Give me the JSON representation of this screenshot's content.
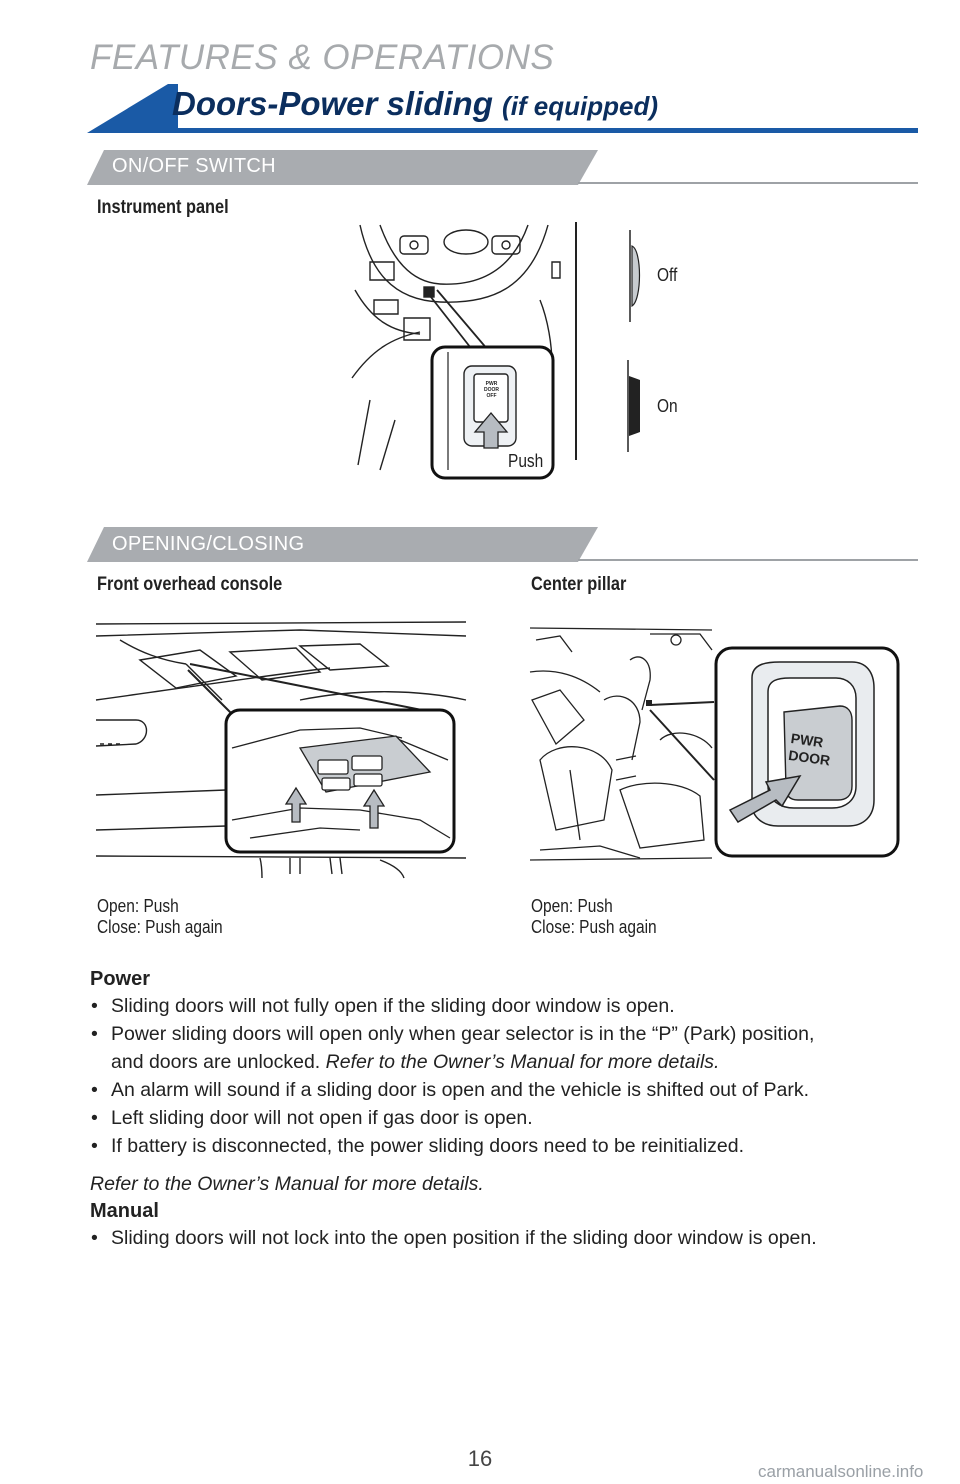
{
  "section_header": "FEATURES & OPERATIONS",
  "title": {
    "main": "Doors-Power sliding",
    "qualifier": "(if equipped)"
  },
  "colors": {
    "brand_blue": "#1a5aa6",
    "navy": "#0b2e5e",
    "banner_gray": "#a9acb0"
  },
  "on_off_switch": {
    "banner": "ON/OFF SWITCH",
    "figure_label": "Instrument panel",
    "push_label": "Push",
    "button_text": [
      "PWR",
      "DOOR",
      "OFF"
    ],
    "off_label": "Off",
    "on_label": "On"
  },
  "opening_closing": {
    "banner": "OPENING/CLOSING",
    "left": {
      "label": "Front overhead console",
      "caption_line1": "Open: Push",
      "caption_line2": "Close: Push again"
    },
    "right": {
      "label": "Center pillar",
      "button_text": [
        "PWR",
        "DOOR"
      ],
      "caption_line1": "Open: Push",
      "caption_line2": "Close: Push again"
    }
  },
  "power": {
    "heading": "Power",
    "bullets": [
      {
        "text": "Sliding doors will not fully open if the sliding door window is open."
      },
      {
        "text": "Power sliding doors will open only when gear selector is in the “P” (Park) position,",
        "text2": "and doors are unlocked. ",
        "italic": "Refer to the Owner’s Manual for more details."
      },
      {
        "text": "An alarm will sound if a sliding door is open and the vehicle is shifted out of Park."
      },
      {
        "text": "Left sliding door will not open if gas door is open."
      },
      {
        "text": "If battery is disconnected, the power sliding doors need to be reinitialized."
      }
    ],
    "note": "Refer to the Owner’s Manual for more details."
  },
  "manual": {
    "heading": "Manual",
    "bullets": [
      {
        "text": "Sliding doors will not lock into the open position if the sliding door window is open."
      }
    ]
  },
  "page_number": "16",
  "watermark": "carmanualsonline.info"
}
